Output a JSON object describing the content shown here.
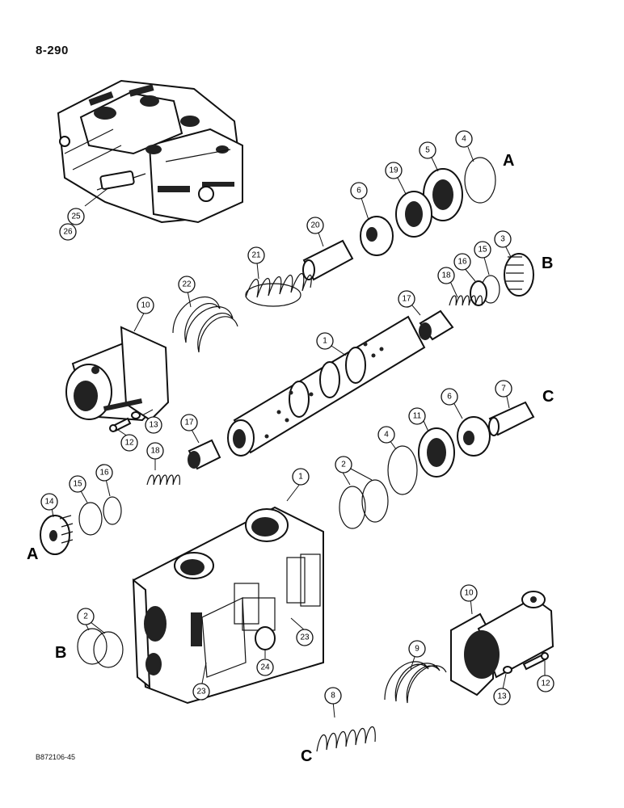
{
  "page_number": "8-290",
  "document_code": "B872106-45",
  "reference_letters": [
    "A",
    "B",
    "C"
  ],
  "callouts": {
    "c1a": "1",
    "c1b": "1",
    "c2a": "2",
    "c2b": "2",
    "c3": "3",
    "c4a": "4",
    "c4b": "4",
    "c5": "5",
    "c6a": "6",
    "c6b": "6",
    "c7": "7",
    "c8": "8",
    "c9": "9",
    "c10a": "10",
    "c10b": "10",
    "c11": "11",
    "c12a": "12",
    "c12b": "12",
    "c13a": "13",
    "c13b": "13",
    "c14": "14",
    "c15a": "15",
    "c15b": "15",
    "c16a": "16",
    "c16b": "16",
    "c17a": "17",
    "c17b": "17",
    "c18a": "18",
    "c18b": "18",
    "c19": "19",
    "c20": "20",
    "c21": "21",
    "c22": "22",
    "c23a": "23",
    "c23b": "23",
    "c24": "24",
    "c25": "25",
    "c26": "26"
  }
}
